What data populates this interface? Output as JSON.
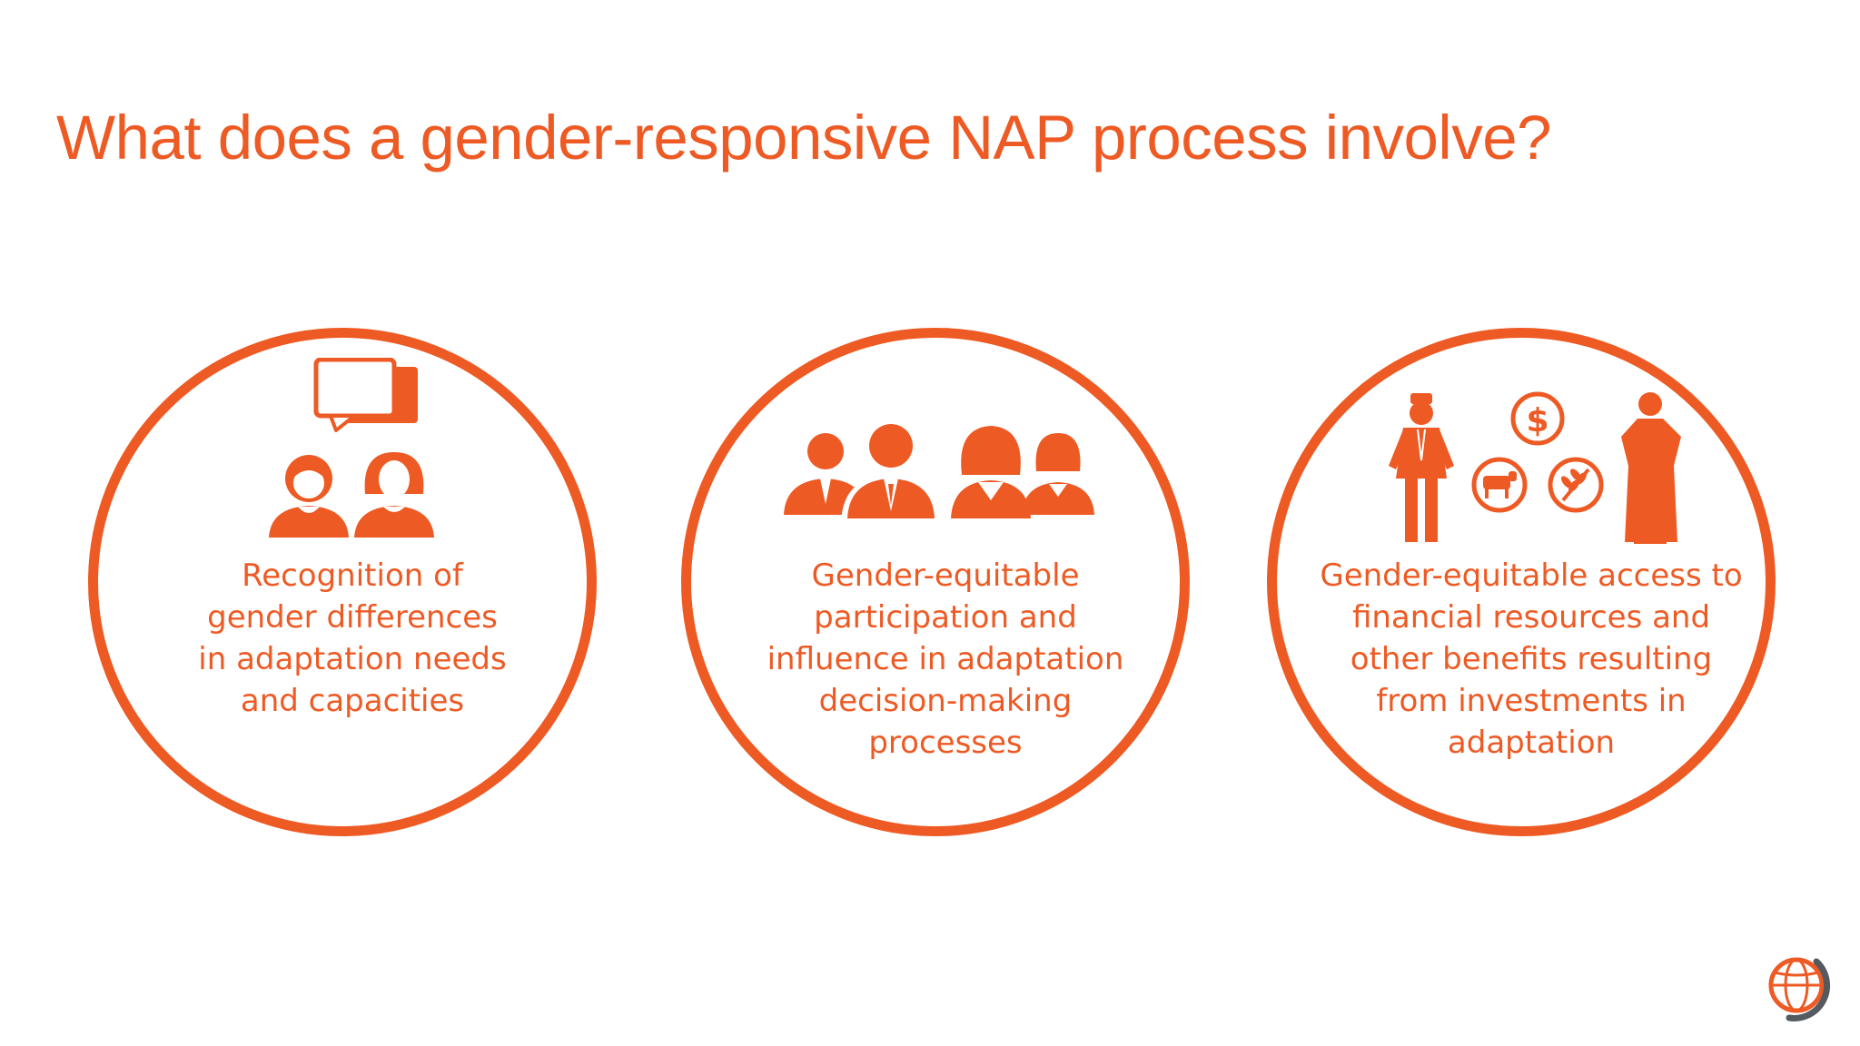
{
  "title": "What does a gender-responsive NAP process involve?",
  "accent_color": "#ee5a24",
  "items": [
    {
      "icon": "speech-bubble-man-woman-icon",
      "lines": [
        "Recognition of",
        "gender differences",
        "in adaptation needs",
        "and capacities"
      ]
    },
    {
      "icon": "business-group-icon",
      "lines": [
        "Gender-equitable",
        "participation and",
        "influence in adaptation",
        "decision-making",
        "processes"
      ]
    },
    {
      "icon": "man-woman-resources-icon",
      "lines": [
        "Gender-equitable access to",
        "financial resources and",
        "other benefits resulting",
        "from investments in",
        "adaptation"
      ]
    }
  ],
  "logo": "globe-logo-icon"
}
